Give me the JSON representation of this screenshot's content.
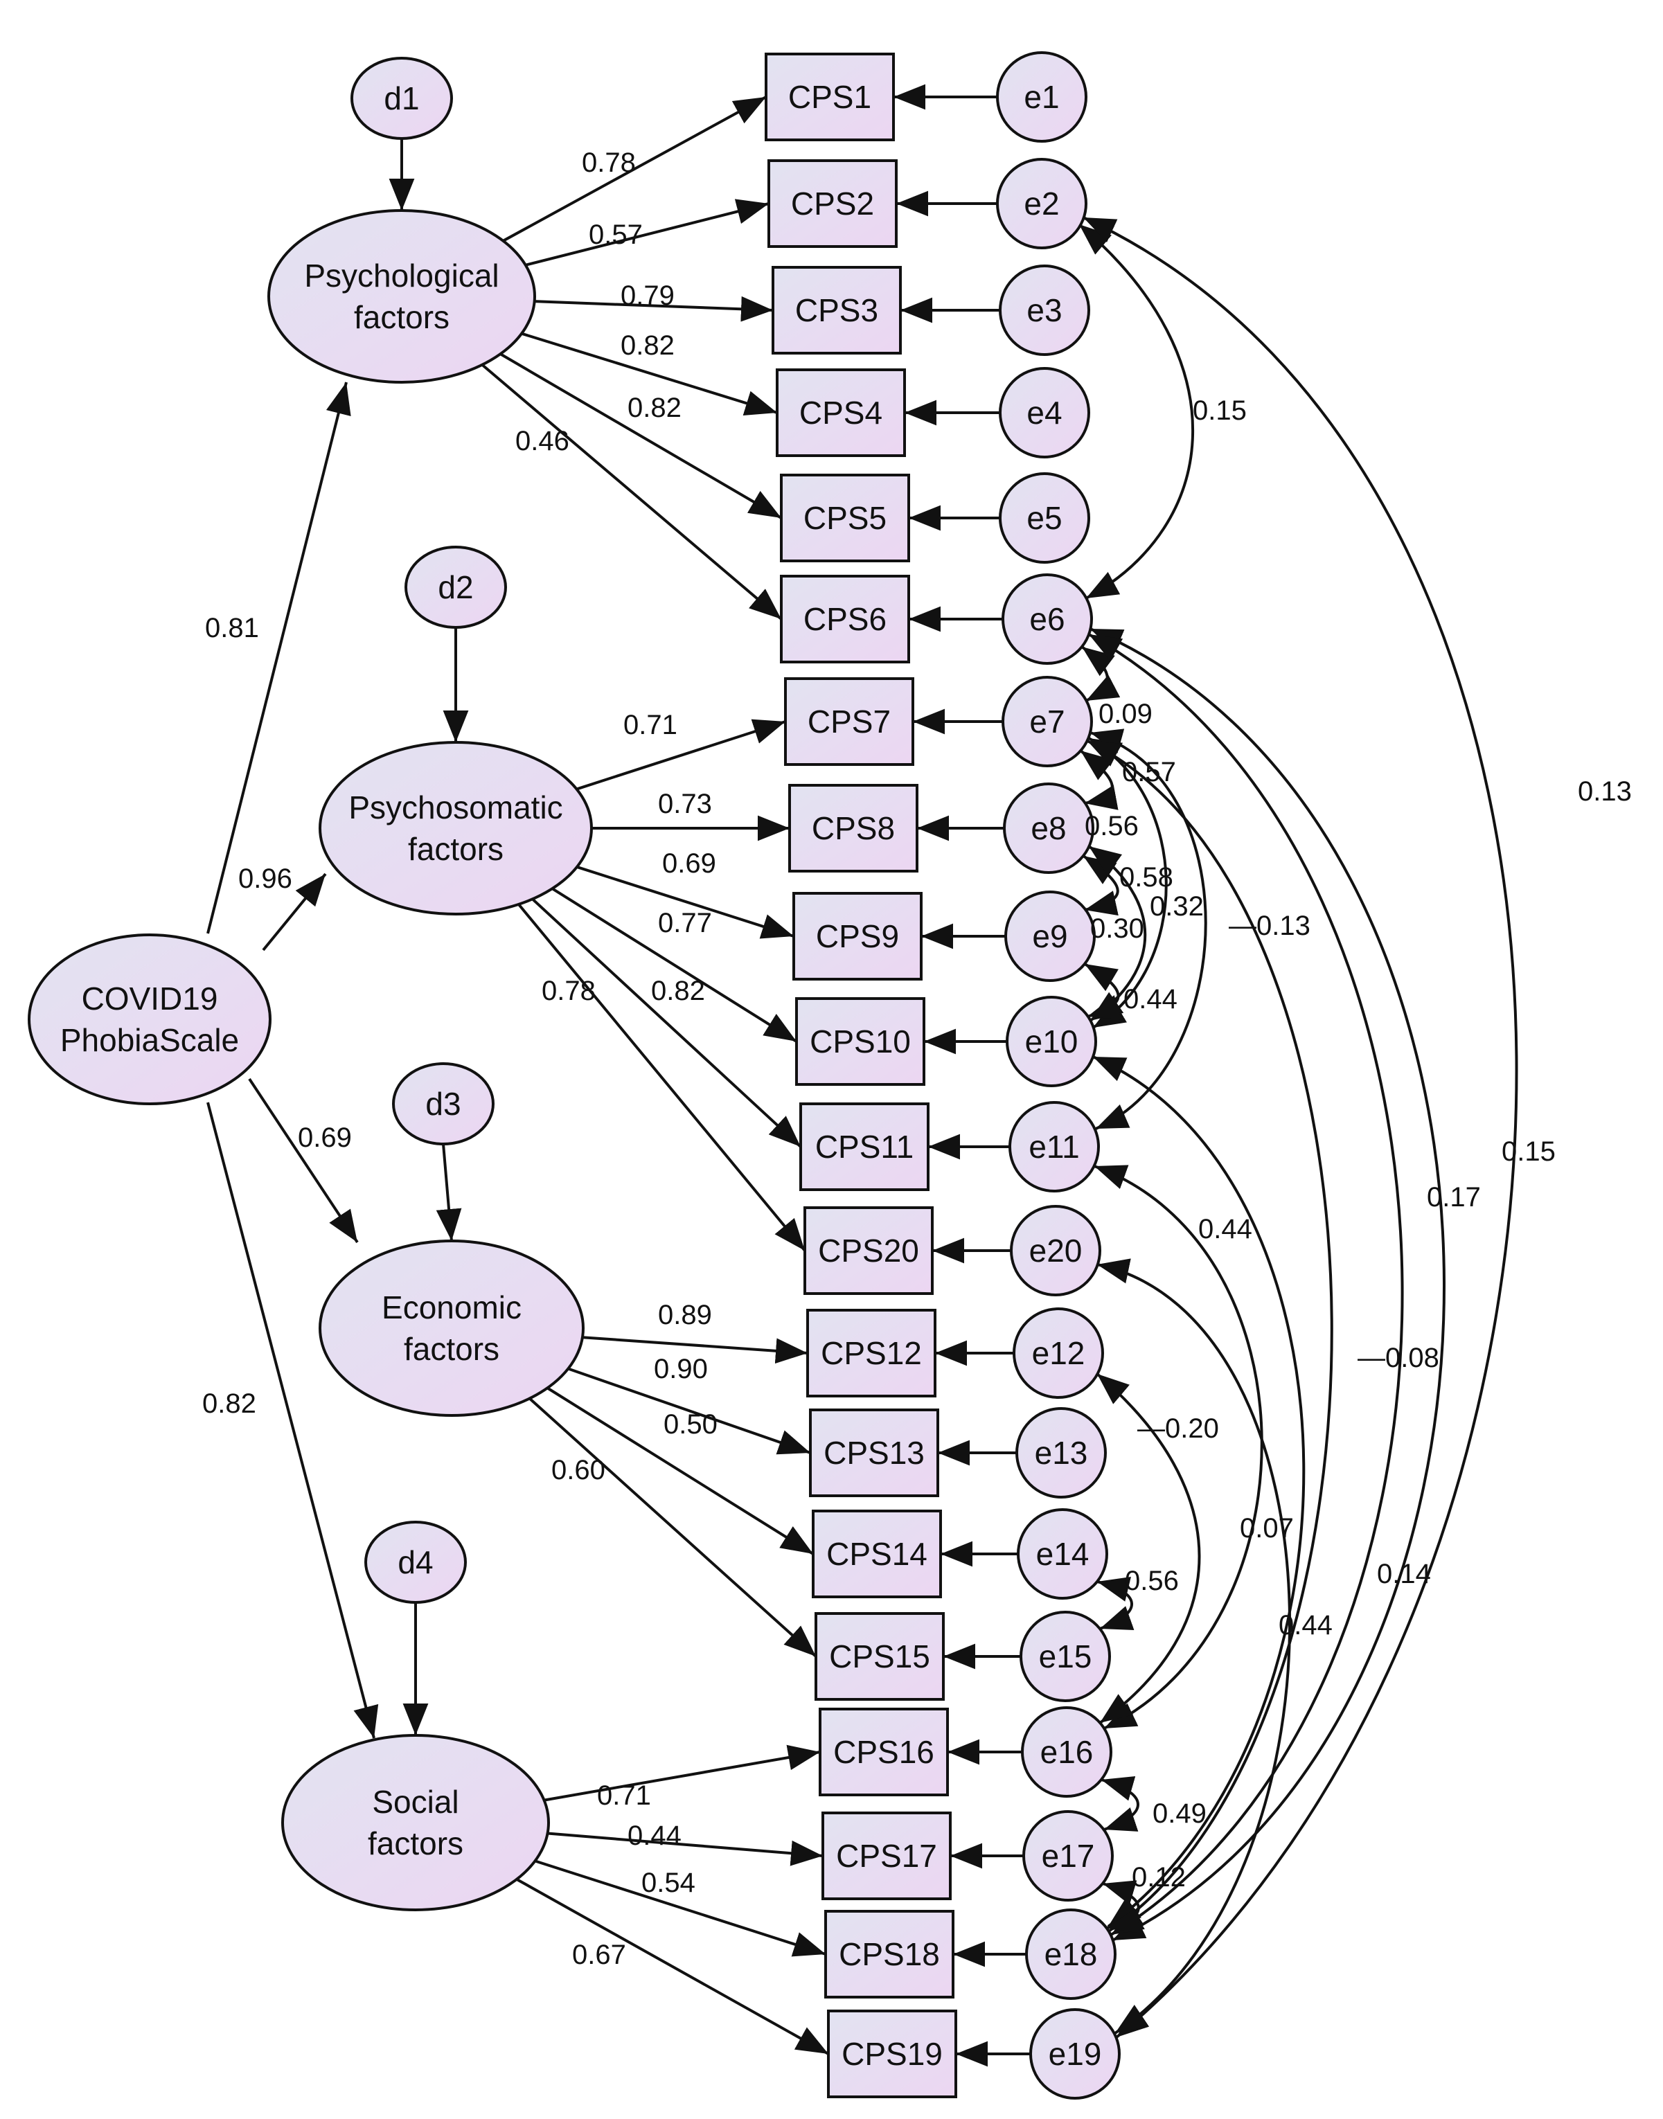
{
  "nodes": {
    "covid": {
      "label": [
        "COVID19",
        "PhobiaScale"
      ]
    },
    "f1": {
      "label": [
        "Psychological",
        "factors"
      ]
    },
    "f2": {
      "label": [
        "Psychosomatic",
        "factors"
      ]
    },
    "f3": {
      "label": [
        "Economic",
        "factors"
      ]
    },
    "f4": {
      "label": [
        "Social",
        "factors"
      ]
    },
    "d": [
      "d1",
      "d2",
      "d3",
      "d4"
    ],
    "items": [
      "CPS1",
      "CPS2",
      "CPS3",
      "CPS4",
      "CPS5",
      "CPS6",
      "CPS7",
      "CPS8",
      "CPS9",
      "CPS10",
      "CPS11",
      "CPS20",
      "CPS12",
      "CPS13",
      "CPS14",
      "CPS15",
      "CPS16",
      "CPS17",
      "CPS18",
      "CPS19"
    ],
    "errors": [
      "e1",
      "e2",
      "e3",
      "e4",
      "e5",
      "e6",
      "e7",
      "e8",
      "e9",
      "e10",
      "e11",
      "e20",
      "e12",
      "e13",
      "e14",
      "e15",
      "e16",
      "e17",
      "e18",
      "e19"
    ]
  },
  "paths": {
    "second_order": [
      "0.81",
      "0.96",
      "0.69",
      "0.82"
    ],
    "psychological": [
      "0.78",
      "0.57",
      "0.79",
      "0.82",
      "0.82",
      "0.46"
    ],
    "psychosomatic": [
      "0.71",
      "0.73",
      "0.69",
      "0.77",
      "0.82",
      "0.78"
    ],
    "economic": [
      "0.89",
      "0.90",
      "0.50",
      "0.60"
    ],
    "social": [
      "0.71",
      "0.44",
      "0.54",
      "0.67"
    ]
  },
  "covariances": {
    "e2_e6": "0.15",
    "e2_e19": "0.13",
    "e6_e7": "0.09",
    "e7_e8": "0.57",
    "e8_e9": "0.56",
    "e8_e10": "0.58",
    "e7_e10": "0.32",
    "e9_e10": "0.30",
    "e7_e11": "—0.13",
    "e10_e11_inner": "0.44",
    "e6_e18_outer": "0.15",
    "e6_e18_inner": "0.17",
    "e11_e16_label": "0.44",
    "e10_e18": "—0.08",
    "e12_e16": "—0.20",
    "e11_e16": "0.07",
    "e7_e18": "0.14",
    "e20_e19": "0.44",
    "e14_e15": "0.56",
    "e16_e17": "0.49",
    "e17_e18": "0.12"
  },
  "colors": {
    "fill_start": "#e4e2f2",
    "fill_end": "#ead8f2",
    "stroke": "#111111"
  }
}
